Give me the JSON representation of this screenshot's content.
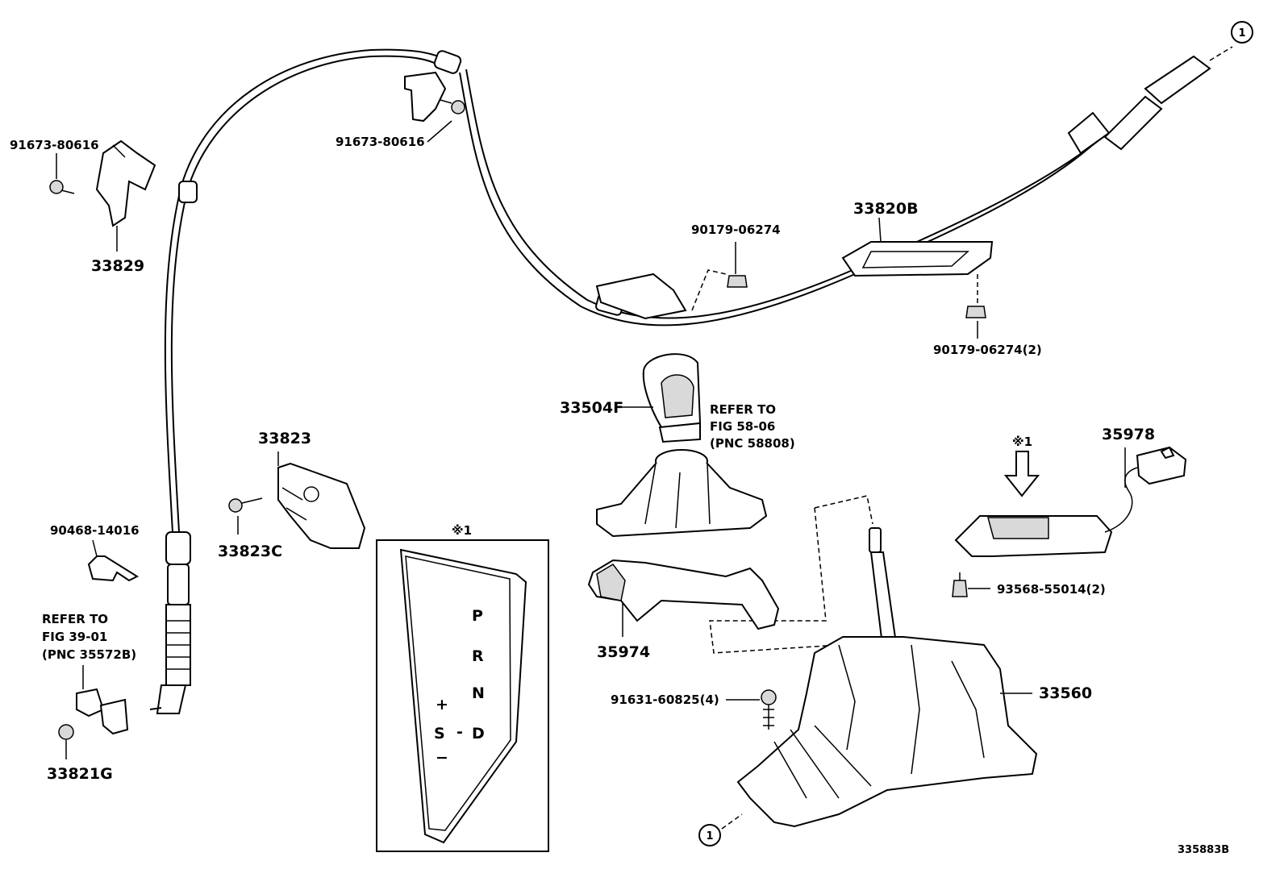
{
  "diagram": {
    "parts": {
      "p1": "91673-80616",
      "p2": "33829",
      "p3": "91673-80616",
      "p4": "90179-06274",
      "p5": "33820B",
      "p6": "90179-06274(2)",
      "p7": "33504F",
      "p8": "33823",
      "p9": "33823C",
      "p10": "90468-14016",
      "p11": "33821G",
      "p12": "35974",
      "p13": "91631-60825(4)",
      "p14": "33560",
      "p15": "35978",
      "p16": "93568-55014(2)"
    },
    "refer1": {
      "line1": "REFER TO",
      "line2": "FIG 58-06",
      "line3": "(PNC 58808)"
    },
    "refer2": {
      "line1": "REFER TO",
      "line2": "FIG 39-01",
      "line3": "(PNC 35572B)"
    },
    "note_mark": "※1",
    "circle_ref": "1",
    "figure_id": "335883B",
    "gate": {
      "p": "P",
      "r": "R",
      "n": "N",
      "d": "D",
      "s": "S",
      "plus": "+",
      "minus": "−",
      "dash": "-"
    }
  }
}
